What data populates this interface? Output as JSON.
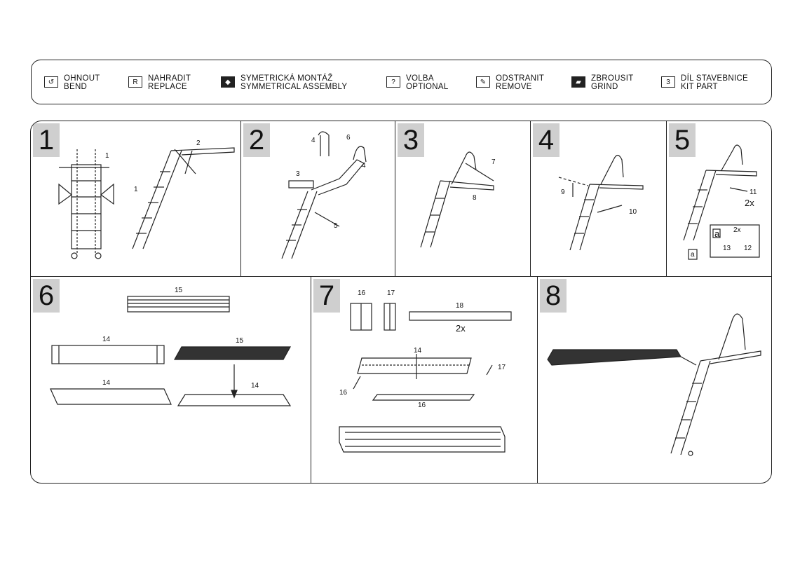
{
  "legend": [
    {
      "icon": "↺",
      "filled": false,
      "line1": "OHNOUT",
      "line2": "BEND"
    },
    {
      "icon": "R",
      "filled": false,
      "line1": "NAHRADIT",
      "line2": "REPLACE"
    },
    {
      "icon": "◆",
      "filled": true,
      "line1": "SYMETRICKÁ MONTÁŽ",
      "line2": "SYMMETRICAL ASSEMBLY"
    },
    {
      "icon": "?",
      "filled": false,
      "line1": "VOLBA",
      "line2": "OPTIONAL"
    },
    {
      "icon": "✎",
      "filled": false,
      "line1": "ODSTRANIT",
      "line2": "REMOVE"
    },
    {
      "icon": "▰",
      "filled": true,
      "line1": "ZBROUSIT",
      "line2": "GRIND"
    },
    {
      "icon": "3",
      "filled": false,
      "line1": "DÍL STAVEBNICE",
      "line2": "KIT PART"
    }
  ],
  "steps": [
    "1",
    "2",
    "3",
    "4",
    "5",
    "6",
    "7",
    "8"
  ],
  "parts": {
    "p1": [
      "1",
      "1",
      "2"
    ],
    "p2": [
      "4",
      "6",
      "4",
      "3",
      "5"
    ],
    "p3": [
      "7",
      "8"
    ],
    "p4": [
      "9",
      "10"
    ],
    "p5": [
      "11",
      "2x",
      "a",
      "2x",
      "13",
      "12",
      "a"
    ],
    "p6": [
      "15",
      "14",
      "15",
      "14",
      "14"
    ],
    "p7": [
      "16",
      "17",
      "18",
      "2x",
      "14",
      "17",
      "16",
      "16"
    ]
  }
}
